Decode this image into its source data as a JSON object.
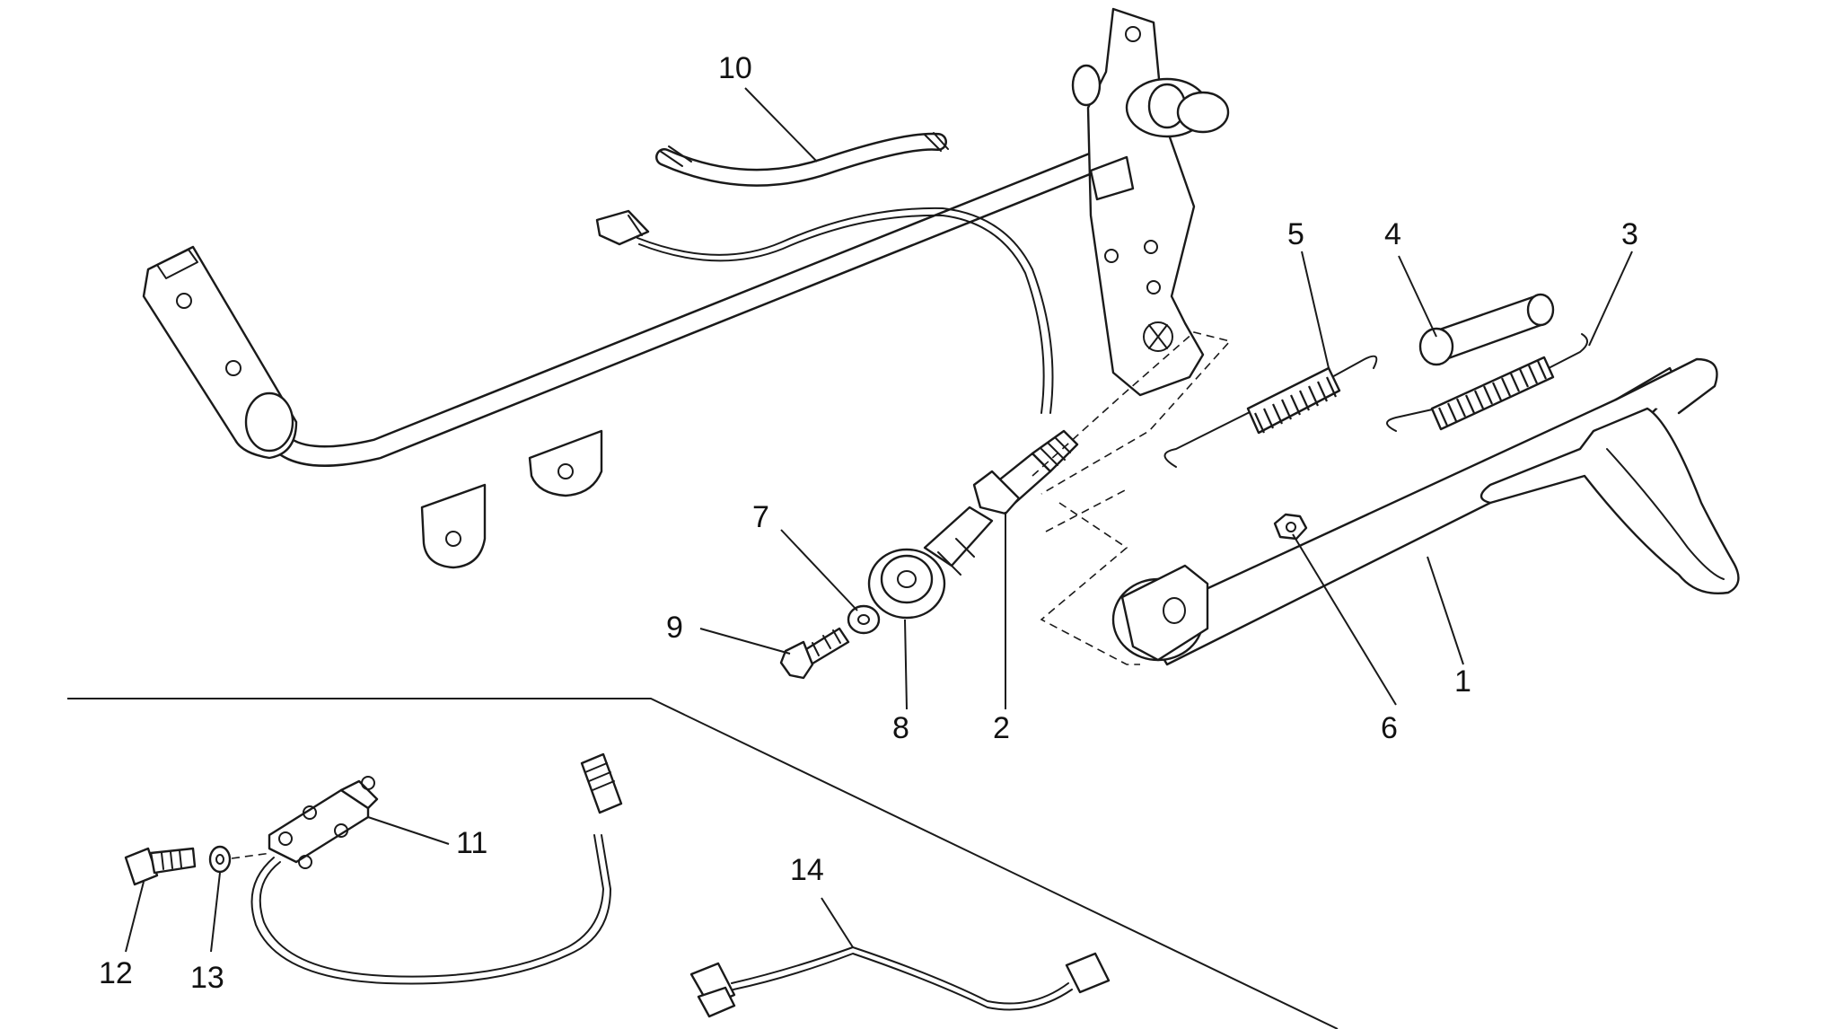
{
  "colors": {
    "line": "#1a1a1a",
    "background": "#ffffff"
  },
  "callouts": {
    "c1": "1",
    "c2": "2",
    "c3": "3",
    "c4": "4",
    "c5": "5",
    "c6": "6",
    "c7": "7",
    "c8": "8",
    "c9": "9",
    "c10": "10",
    "c11": "11",
    "c12": "12",
    "c13": "13",
    "c14": "14"
  }
}
